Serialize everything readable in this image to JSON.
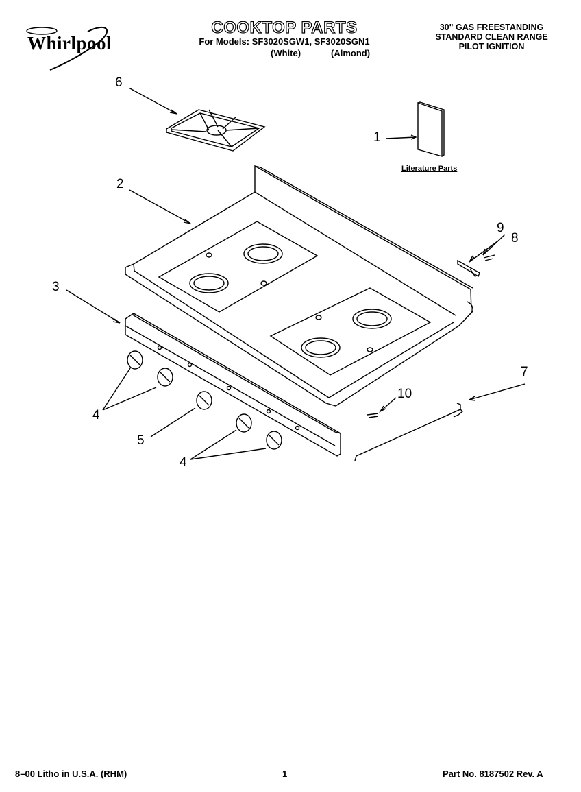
{
  "header": {
    "brand": "Whirlpool",
    "title": "COOKTOP PARTS",
    "models_line": "For Models: SF3020SGW1, SF3020SGN1",
    "variant_white": "(White)",
    "variant_almond": "(Almond)",
    "right_title_1": "30\" GAS FREESTANDING",
    "right_title_2": "STANDARD CLEAN RANGE",
    "right_title_3": "PILOT IGNITION"
  },
  "diagram": {
    "literature_label": "Literature Parts",
    "callouts": {
      "c1": "1",
      "c2": "2",
      "c3": "3",
      "c4a": "4",
      "c4b": "4",
      "c5": "5",
      "c6": "6",
      "c7": "7",
      "c8": "8",
      "c9": "9",
      "c10": "10"
    }
  },
  "footer": {
    "left": "8–00 Litho in U.S.A. (RHM)",
    "center": "1",
    "right": "Part No. 8187502 Rev. A"
  }
}
